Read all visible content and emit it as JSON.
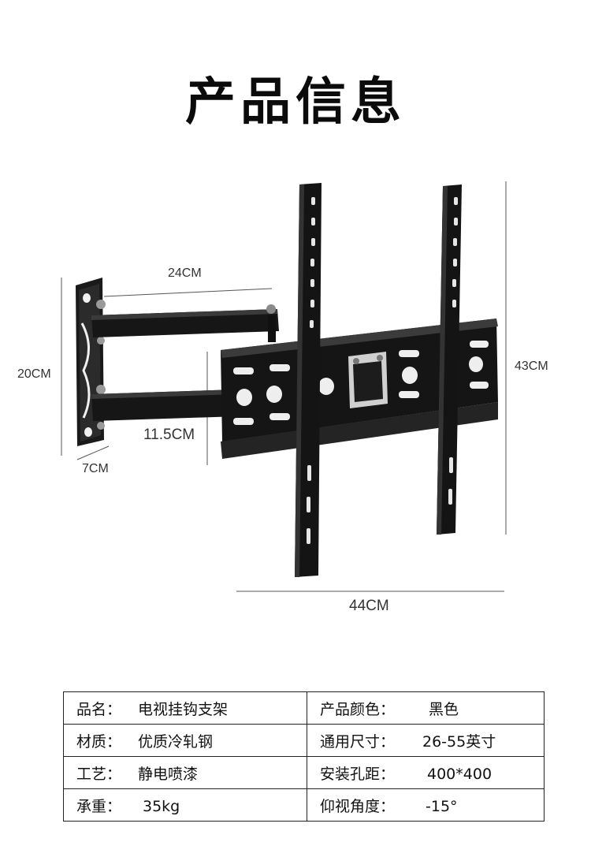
{
  "page": {
    "title": "产品信息"
  },
  "dimensions": {
    "arm_length": "24CM",
    "plate_height": "20CM",
    "depth": "11.5CM",
    "plate_depth": "7CM",
    "total_height": "43CM",
    "total_width": "44CM"
  },
  "spec_table": {
    "rows": [
      {
        "left_label": "品名：",
        "left_value": "电视挂钩支架",
        "right_label": "产品颜色：",
        "right_value": "黑色"
      },
      {
        "left_label": "材质：",
        "left_value": "优质冷轧钢",
        "right_label": "通用尺寸：",
        "right_value": "26-55英寸"
      },
      {
        "left_label": "工艺：",
        "left_value": "静电喷漆",
        "right_label": "安装孔距：",
        "right_value": "400*400"
      },
      {
        "left_label": "承重：",
        "left_value": "35kg",
        "right_label": "仰视角度：",
        "right_value": "-15°"
      }
    ]
  },
  "colors": {
    "metal": "#141414",
    "highlight": "#3a3a3a",
    "line": "#444444"
  }
}
